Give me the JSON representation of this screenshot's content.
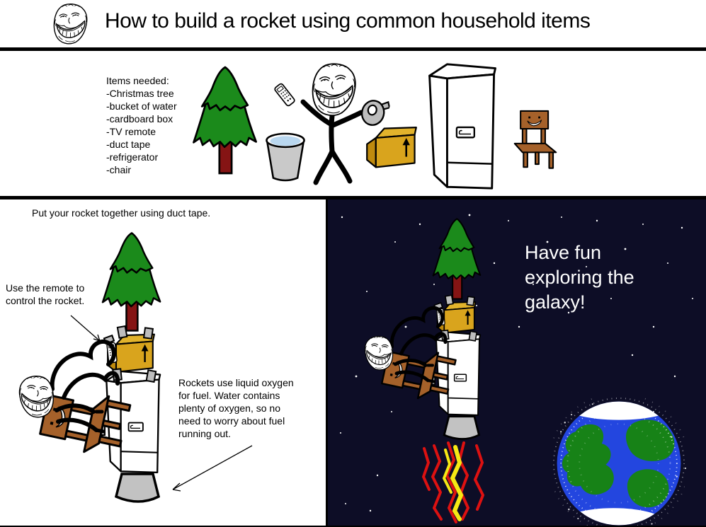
{
  "header": {
    "title": "How to build a rocket using common household items",
    "logo_icon": "trollface-icon"
  },
  "items_panel": {
    "heading": "Items needed:",
    "items": [
      "-Christmas tree",
      "-bucket of water",
      "-cardboard box",
      "-TV remote",
      "-duct tape",
      "-refrigerator",
      "-chair"
    ],
    "illustrations": [
      "christmas-tree",
      "bucket-of-water",
      "troll-stickman-holding-remote-and-duct-tape",
      "cardboard-box",
      "refrigerator",
      "chair-with-face"
    ]
  },
  "assembly_panel": {
    "caption_top": "Put your rocket together using duct tape.",
    "caption_remote": "Use the remote to control the rocket.",
    "caption_fuel": "Rockets use liquid oxygen for fuel. Water contains plenty of oxygen, so no need to worry about fuel running out."
  },
  "space_panel": {
    "caption": "Have fun exploring the galaxy!"
  },
  "colors": {
    "tree_green": "#1b8a1b",
    "trunk_red": "#851414",
    "box_gold": "#d9a41d",
    "box_gold_dark": "#bf8a0e",
    "box_gold_light": "#e2b32c",
    "chair_brown": "#a5612a",
    "bucket_gray": "#c9c9c9",
    "water_blue": "#b9d7ef",
    "nozzle_gray": "#c2c2c2",
    "tape_gray": "#bdbdbd",
    "space_navy": "#0d0d26",
    "earth_blue": "#2346df",
    "earth_green": "#178217",
    "flame_red": "#dd1111",
    "flame_yellow": "#f6e914"
  }
}
